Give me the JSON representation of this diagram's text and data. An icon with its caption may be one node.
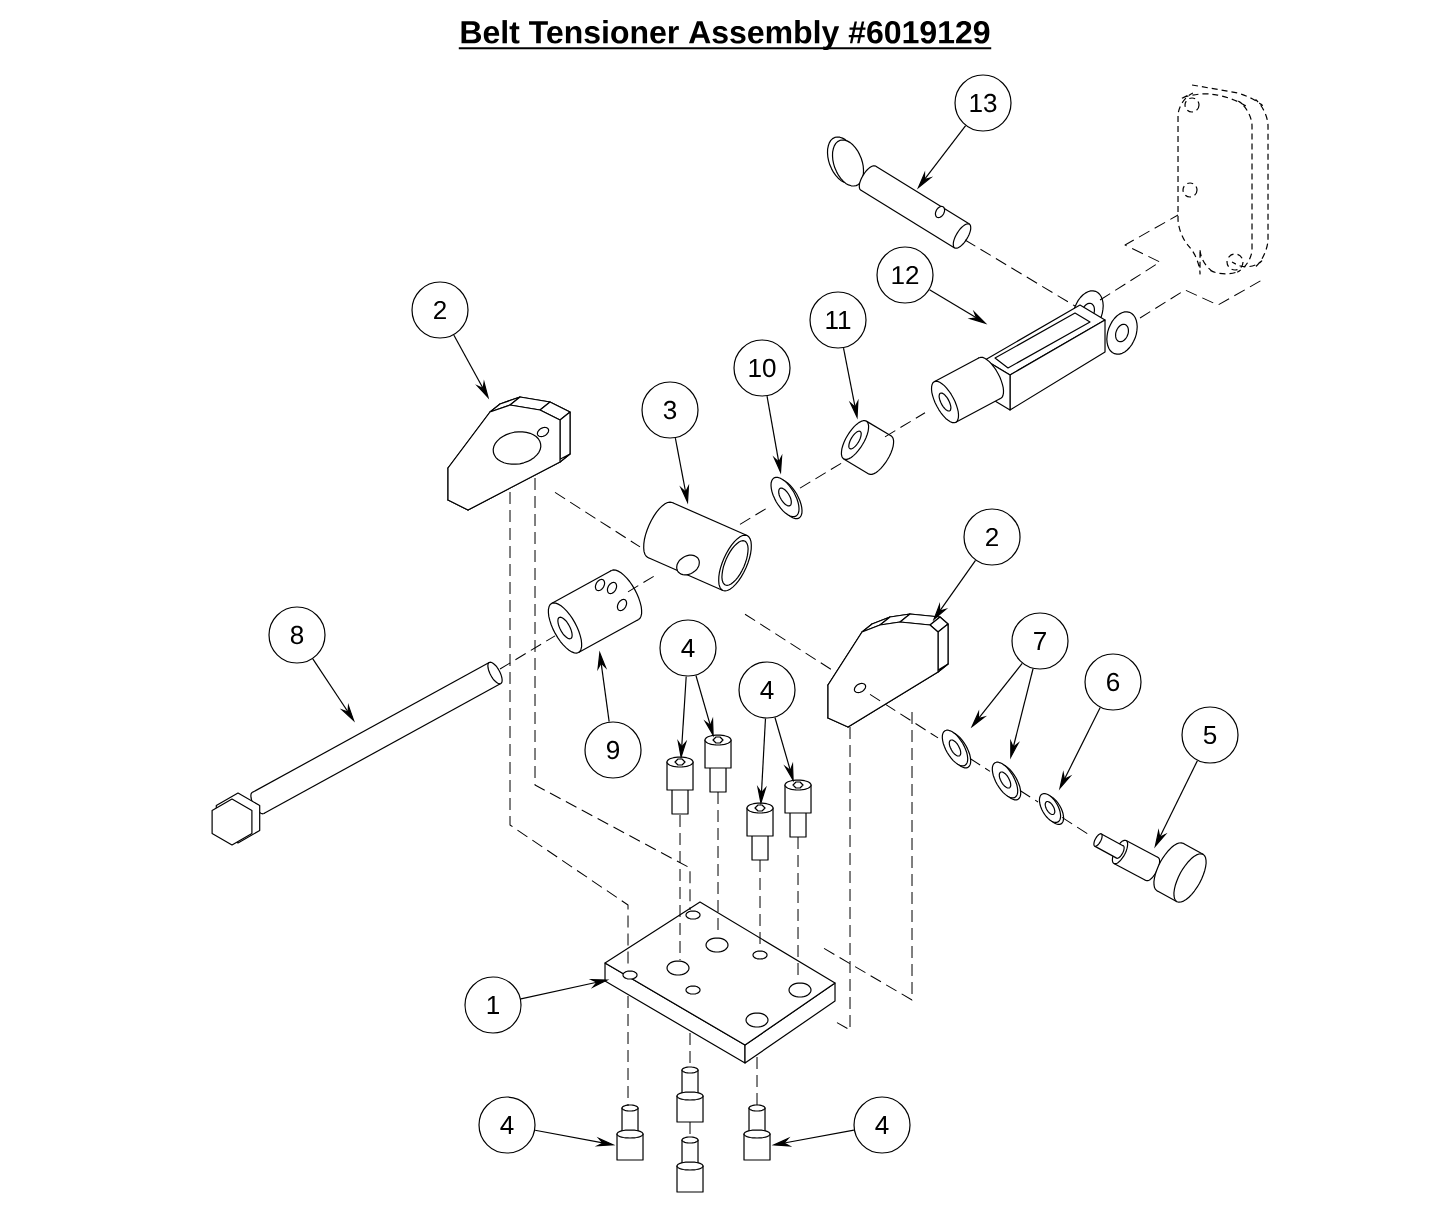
{
  "diagram": {
    "title": "Belt Tensioner Assembly #6019129",
    "nodes": [
      {
        "text": [
          "13"
        ]
      },
      {
        "text": [],
        "shape": "picture"
      },
      {
        "text": [
          "12"
        ]
      },
      {
        "text": [],
        "shape": "picture"
      },
      {
        "text": [
          "2"
        ]
      },
      {
        "text": [],
        "shape": "picture"
      },
      {
        "text": [
          "11"
        ]
      },
      {
        "text": [],
        "shape": "picture"
      },
      {
        "text": [
          "10"
        ]
      },
      {
        "text": [],
        "shape": "picture"
      },
      {
        "text": [
          "3"
        ]
      },
      {
        "text": [],
        "shape": "picture"
      },
      {
        "text": [
          "2"
        ]
      },
      {
        "text": [],
        "shape": "picture"
      },
      {
        "text": [
          "8"
        ]
      },
      {
        "text": [],
        "shape": "picture"
      },
      {
        "text": [],
        "shape": "picture"
      },
      {
        "text": [
          "4"
        ]
      },
      {
        "text": [
          "7"
        ]
      },
      {
        "text": [
          "4"
        ]
      },
      {
        "text": [
          "6"
        ]
      },
      {
        "text": [
          "5"
        ]
      },
      {
        "text": [
          "9"
        ]
      },
      {
        "text": [],
        "shape": "picture"
      },
      {
        "text": [],
        "shape": "picture"
      },
      {
        "text": [],
        "shape": "picture"
      },
      {
        "text": [],
        "shape": "picture"
      },
      {
        "text": [],
        "shape": "picture"
      },
      {
        "text": [],
        "shape": "picture"
      },
      {
        "text": [],
        "shape": "picture"
      },
      {
        "text": [],
        "shape": "picture"
      },
      {
        "text": [],
        "shape": "picture"
      },
      {
        "text": [
          "1"
        ]
      },
      {
        "text": [
          "4"
        ]
      },
      {
        "text": [],
        "shape": "picture"
      },
      {
        "text": [],
        "shape": "picture"
      },
      {
        "text": [
          "4"
        ]
      },
      {
        "text": [],
        "shape": "picture"
      },
      {
        "text": [],
        "shape": "picture"
      },
      {
        "text": [],
        "shape": "picture"
      }
    ],
    "edges": [
      {
        "from": 0,
        "to": 1,
        "arrow": "to"
      },
      {
        "from": 2,
        "to": 3,
        "arrow": "to"
      },
      {
        "from": 4,
        "to": 5,
        "arrow": "to"
      },
      {
        "from": 6,
        "to": 7,
        "arrow": "to"
      },
      {
        "from": 8,
        "to": 9,
        "arrow": "to"
      },
      {
        "from": 10,
        "to": 11,
        "arrow": "to"
      },
      {
        "from": 12,
        "to": 13,
        "arrow": "to"
      },
      {
        "from": 14,
        "to": 15,
        "arrow": "to"
      },
      {
        "from": 22,
        "to": 16,
        "arrow": "to"
      },
      {
        "from": 17,
        "to": 23,
        "arrow": "to"
      },
      {
        "from": 17,
        "to": 24,
        "arrow": "to"
      },
      {
        "from": 19,
        "to": 27,
        "arrow": "to"
      },
      {
        "from": 19,
        "to": 28,
        "arrow": "to"
      },
      {
        "from": 18,
        "to": 25,
        "arrow": "to"
      },
      {
        "from": 18,
        "to": 26,
        "arrow": "to"
      },
      {
        "from": 20,
        "to": 29,
        "arrow": "to"
      },
      {
        "from": 21,
        "to": 30,
        "arrow": "to"
      },
      {
        "from": 32,
        "to": 31,
        "arrow": "to"
      },
      {
        "from": 33,
        "to": 34,
        "arrow": "to"
      },
      {
        "from": 36,
        "to": 35,
        "arrow": "to"
      },
      {
        "from": 15,
        "to": 16,
        "arrow": "none",
        "style": "dashed"
      },
      {
        "from": 16,
        "to": 11,
        "arrow": "none",
        "style": "dashed"
      },
      {
        "from": 11,
        "to": 9,
        "arrow": "none",
        "style": "dashed"
      },
      {
        "from": 9,
        "to": 7,
        "arrow": "none",
        "style": "dashed"
      },
      {
        "from": 7,
        "to": 3,
        "arrow": "none",
        "style": "dashed"
      },
      {
        "from": 5,
        "to": 11,
        "arrow": "none",
        "style": "dashed"
      },
      {
        "from": 11,
        "to": 13,
        "arrow": "none",
        "style": "dashed"
      },
      {
        "from": 13,
        "to": 25,
        "arrow": "none",
        "style": "dashed"
      },
      {
        "from": 25,
        "to": 26,
        "arrow": "none",
        "style": "dashed"
      },
      {
        "from": 26,
        "to": 29,
        "arrow": "none",
        "style": "dashed"
      },
      {
        "from": 29,
        "to": 30,
        "arrow": "none",
        "style": "dashed"
      },
      {
        "from": 1,
        "to": 3,
        "arrow": "none",
        "style": "dashed"
      },
      {
        "from": 3,
        "to": 37,
        "arrow": "none",
        "style": "dashed"
      },
      {
        "from": 3,
        "to": 37,
        "arrow": "none",
        "style": "dashed"
      },
      {
        "from": 5,
        "to": 31,
        "arrow": "none",
        "style": "dashed"
      },
      {
        "from": 31,
        "to": 34,
        "arrow": "none",
        "style": "dashed"
      },
      {
        "from": 5,
        "to": 31,
        "arrow": "none",
        "style": "dashed"
      },
      {
        "from": 31,
        "to": 38,
        "arrow": "none",
        "style": "dashed"
      },
      {
        "from": 38,
        "to": 39,
        "arrow": "none",
        "style": "dashed"
      },
      {
        "from": 23,
        "to": 31,
        "arrow": "none",
        "style": "dashed"
      },
      {
        "from": 24,
        "to": 31,
        "arrow": "none",
        "style": "dashed"
      },
      {
        "from": 27,
        "to": 31,
        "arrow": "none",
        "style": "dashed"
      },
      {
        "from": 31,
        "to": 35,
        "arrow": "none",
        "style": "dashed"
      },
      {
        "from": 28,
        "to": 31,
        "arrow": "none",
        "style": "dashed"
      },
      {
        "from": 13,
        "to": 31,
        "arrow": "none",
        "style": "dashed"
      },
      {
        "from": 13,
        "to": 31,
        "arrow": "none",
        "style": "dashed"
      }
    ]
  }
}
